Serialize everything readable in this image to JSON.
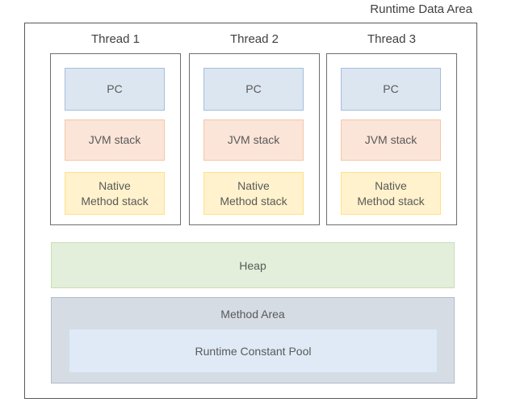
{
  "title": "Runtime Data Area",
  "threads": [
    {
      "label": "Thread 1",
      "boxes": [
        {
          "label": "PC"
        },
        {
          "label": "JVM stack"
        },
        {
          "label": "Native\nMethod stack"
        }
      ]
    },
    {
      "label": "Thread 2",
      "boxes": [
        {
          "label": "PC"
        },
        {
          "label": "JVM stack"
        },
        {
          "label": "Native\nMethod stack"
        }
      ]
    },
    {
      "label": "Thread 3",
      "boxes": [
        {
          "label": "PC"
        },
        {
          "label": "JVM stack"
        },
        {
          "label": "Native\nMethod stack"
        }
      ]
    }
  ],
  "heap": {
    "label": "Heap"
  },
  "method_area": {
    "label": "Method Area",
    "runtime_constant_pool": {
      "label": "Runtime Constant Pool"
    }
  },
  "colors": {
    "header_text": "#3f3f3f",
    "label_text": "#595959",
    "outer_border": "#595959",
    "thread_border": "#6e6e6e",
    "pc_fill": "#dce6f1",
    "pc_border": "#a3bfdb",
    "jvm_fill": "#fbe5d8",
    "jvm_border": "#f4c7a8",
    "native_fill": "#fff2cc",
    "native_border": "#ffe18a",
    "heap_fill": "#e3efda",
    "heap_border": "#c7dfb6",
    "method_fill": "#d6dce4",
    "method_border": "#b0bccb",
    "rcp_fill": "#dfeaf6",
    "rcp_border": "#cddcec"
  }
}
